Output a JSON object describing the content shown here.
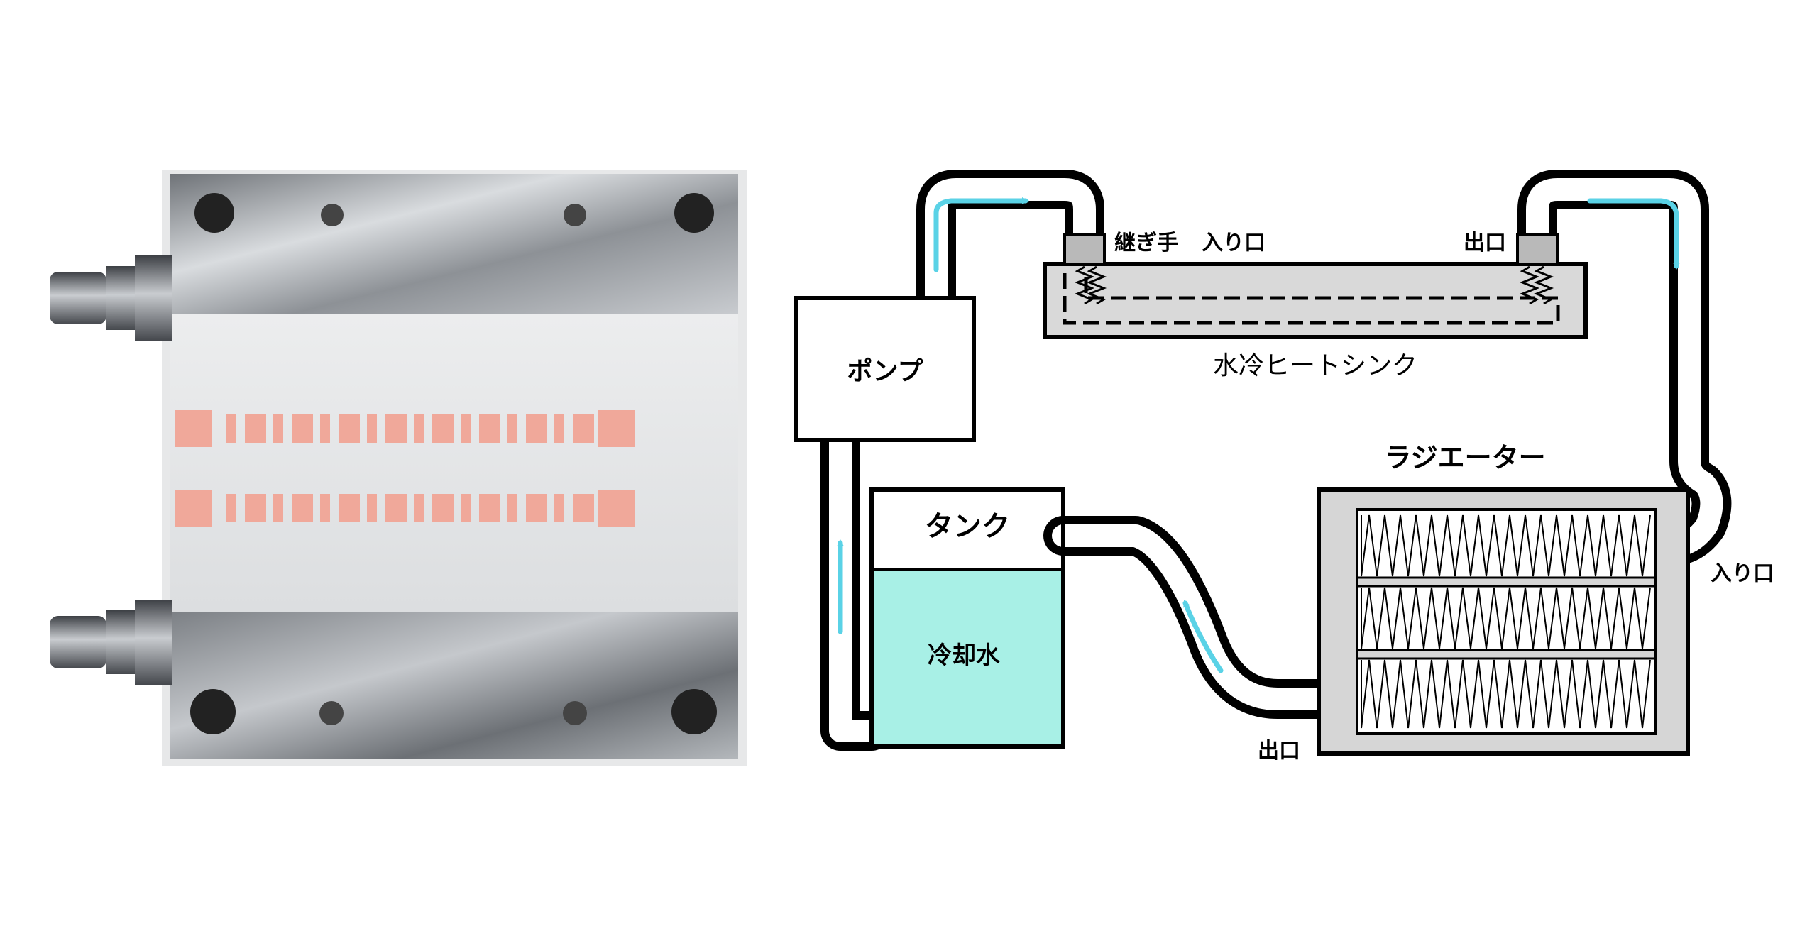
{
  "colors": {
    "background": "#ffffff",
    "pipe_outline": "#000000",
    "pipe_fill": "#ffffff",
    "flow_arrow": "#5ad2e6",
    "coolant": "#a8f0e6",
    "heatsink_fill": "#d9d9d9",
    "radiator_fill": "#d6d6d6",
    "copper_pad": "#f0a89a",
    "plate_metal": "#b8bcc0",
    "ceramic": "#e6e7e8"
  },
  "photo": {
    "subject": "water-cooled heat sink plate",
    "copper_rows": 2,
    "copper_pads_per_row": 10
  },
  "diagram": {
    "pump_label": "ポンプ",
    "tank_label": "タンク",
    "coolant_label": "冷却水",
    "heatsink_label": "水冷ヒートシンク",
    "fitting_label": "継ぎ手",
    "heatsink_inlet_label": "入り口",
    "heatsink_outlet_label": "出口",
    "radiator_label": "ラジエーター",
    "radiator_inlet_label": "入り口",
    "radiator_outlet_label": "出口"
  }
}
